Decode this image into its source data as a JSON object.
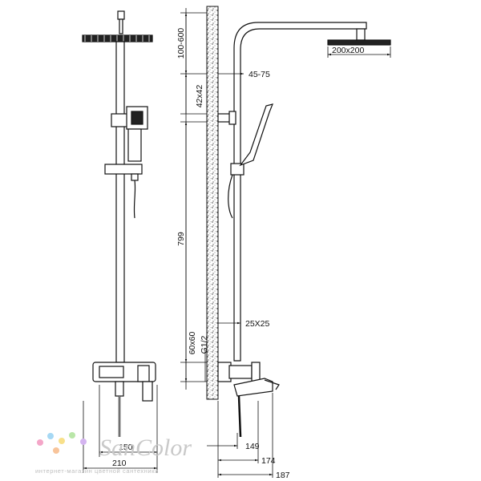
{
  "dimensions": {
    "head_drop": "100-600",
    "head_size": "200x200",
    "arm_projection": "45-75",
    "holder_size": "42x42",
    "riser_height": "799",
    "riser_section": "25X25",
    "connector_block": "60x60",
    "thread": "G1/2",
    "front_width_inner": "150",
    "front_width_outer": "210",
    "side_depth_1": "149",
    "side_depth_2": "174",
    "side_depth_3": "187"
  },
  "watermark": {
    "brand": "SanColor",
    "tagline": "интернет-магазин цветной сантехники",
    "dot_colors": [
      "#f4a6c8",
      "#a6d8f4",
      "#f8e08a",
      "#b9e6a8",
      "#d4b4f0",
      "#f8c49a"
    ]
  }
}
